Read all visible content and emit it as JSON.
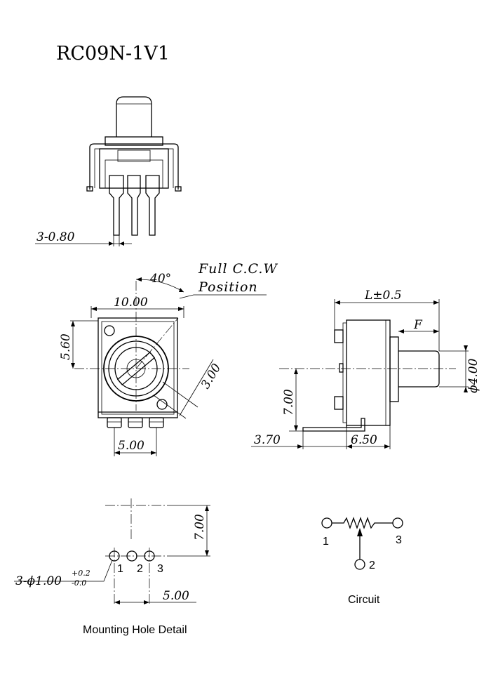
{
  "title": "RC09N-1V1",
  "front_view": {
    "pin_pitch_label": "3-0.80"
  },
  "top_view": {
    "angle_label": "40°",
    "note_line1": "Full C.C.W",
    "note_line2": "Position",
    "width_label": "10.00",
    "height_label": "5.60",
    "diag_label": "3.00",
    "pin_span_label": "5.00"
  },
  "side_view": {
    "length_label": "L±0.5",
    "f_label": "F",
    "shaft_dia_label": "ϕ4.00",
    "height_label": "7.00",
    "offset_label": "3.70",
    "body_label": "6.50"
  },
  "mounting": {
    "caption": "Mounting Hole Detail",
    "height_label": "7.00",
    "hole_label_main": "3-ϕ1.00",
    "hole_tol_plus": "+0.2",
    "hole_tol_minus": "-0.0",
    "pin1": "1",
    "pin2": "2",
    "pin3": "3",
    "span_label": "5.00"
  },
  "circuit": {
    "caption": "Circuit",
    "pin1": "1",
    "pin2": "2",
    "pin3": "3"
  }
}
